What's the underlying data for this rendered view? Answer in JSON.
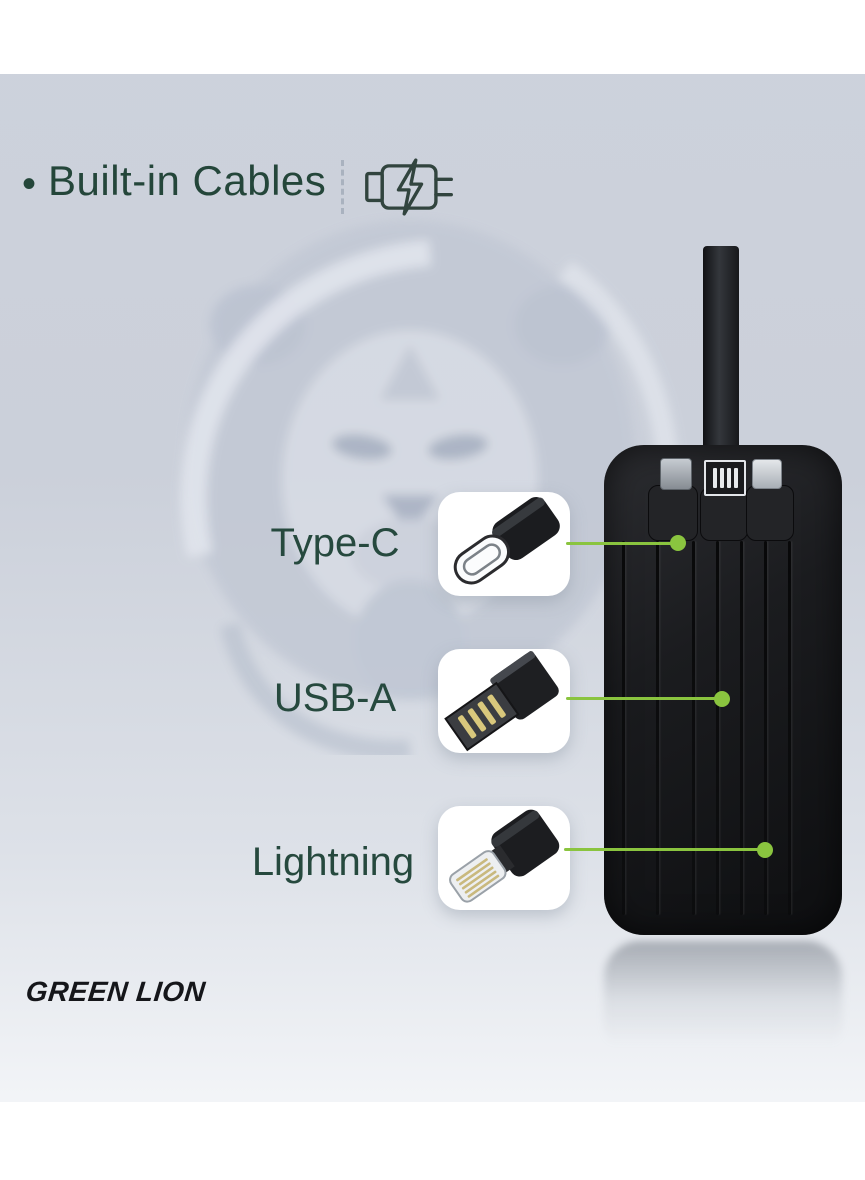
{
  "title": {
    "bullet": "•",
    "text": "Built-in Cables"
  },
  "title_icon": "charging-cable-icon",
  "callouts": [
    {
      "label": "Type-C",
      "icon": "type-c-connector-image"
    },
    {
      "label": "USB-A",
      "icon": "usb-a-connector-image"
    },
    {
      "label": "Lightning",
      "icon": "lightning-connector-image"
    }
  ],
  "product": {
    "item": "black-power-bank-with-built-in-cables",
    "strap": "lanyard-strap",
    "visible_connector_tips": [
      "type-c-tip",
      "usb-a-tip",
      "lightning-tip"
    ]
  },
  "watermark": "lion-face-watermark",
  "brand": {
    "logo_text": "GREEN LION"
  },
  "colors": {
    "title_green": "#24463A",
    "label_green": "#26493E",
    "accent_green": "#8AC43F",
    "background_gray": "#CDD2DC",
    "card_white": "#FFFFFF",
    "device_black": "#141518",
    "logo_black": "#15161A",
    "icon_dark": "#31443E",
    "divider_gray": "#A9B2BF"
  }
}
